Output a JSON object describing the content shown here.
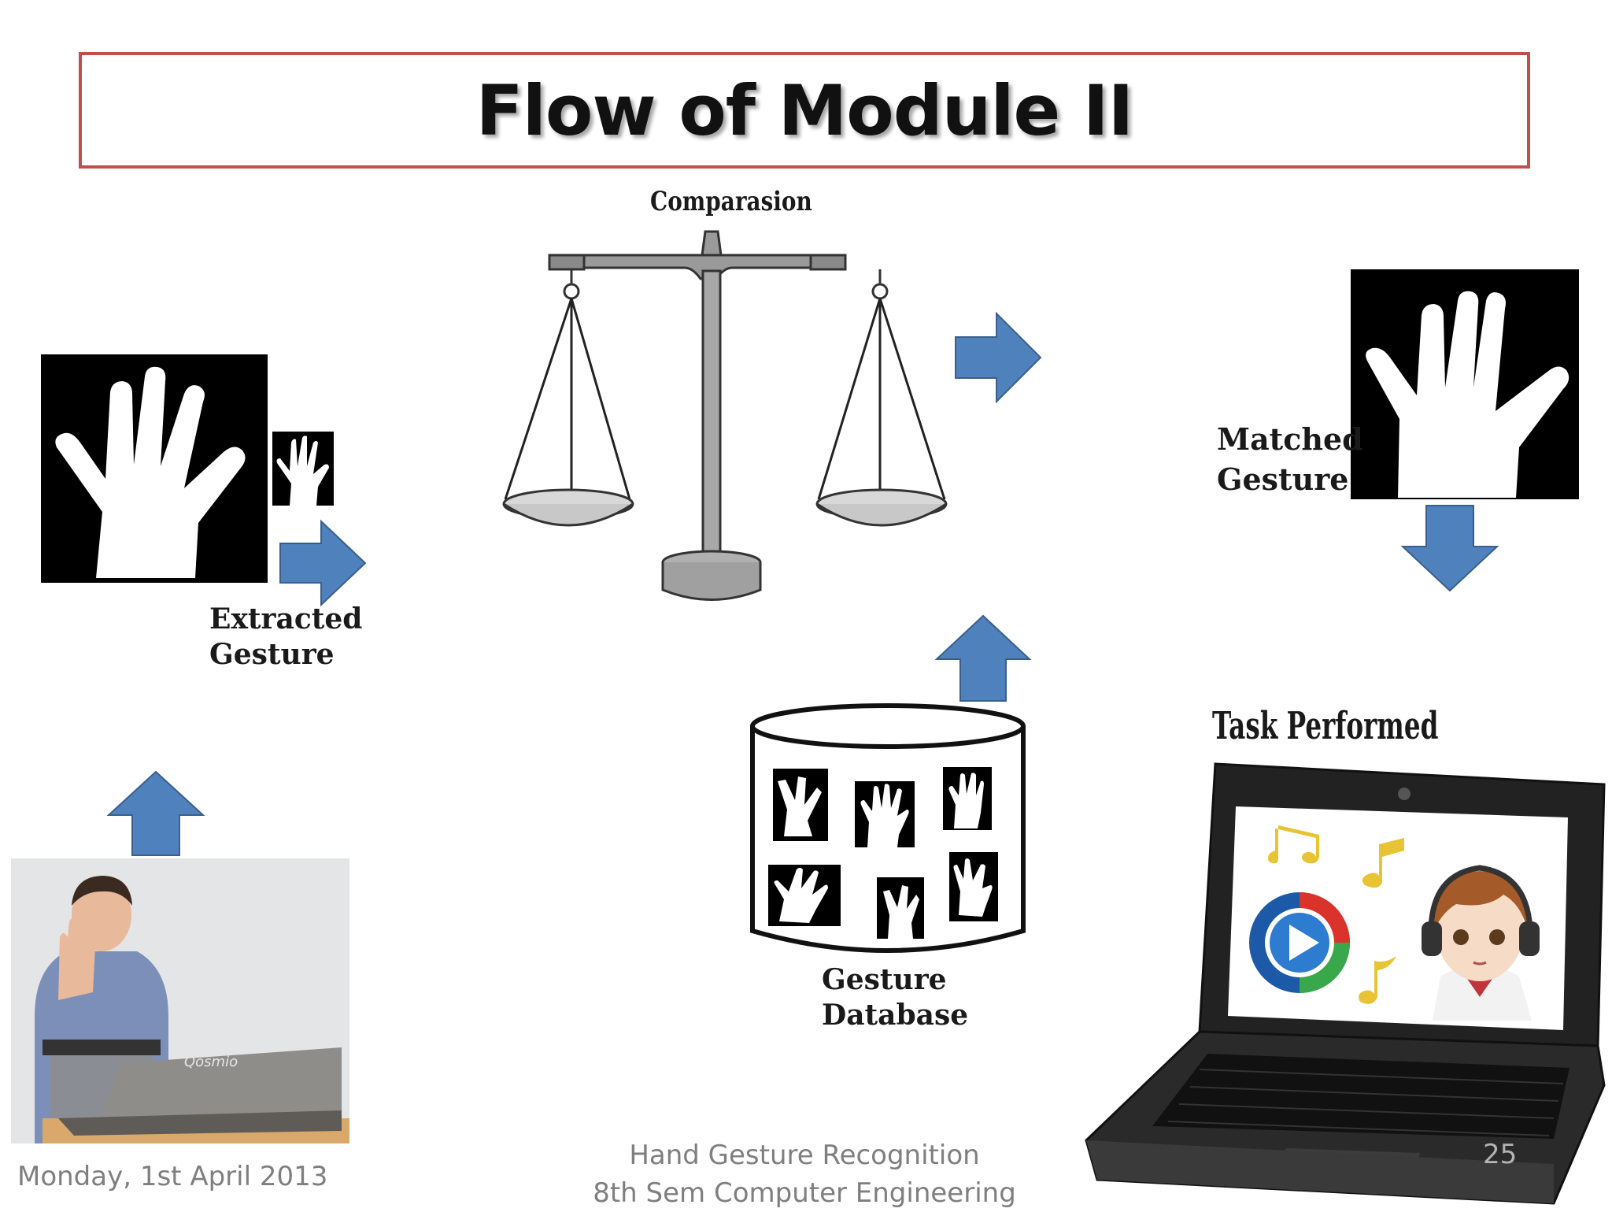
{
  "slide": {
    "title": "Flow of Module II",
    "labels": {
      "comparasion": "Comparasion",
      "extracted_line1": "Extracted",
      "extracted_line2": "Gesture",
      "matched_line1": "Matched",
      "matched_line2": "Gesture",
      "database_line1": "Gesture",
      "database_line2": "Database",
      "task_performed": "Task Performed",
      "laptop_brand": "Qosmio"
    },
    "footer": {
      "date": "Monday, 1st April 2013",
      "project_line1": "Hand Gesture Recognition",
      "project_line2": "8th Sem Computer Engineering",
      "page_number": "25"
    }
  },
  "colors": {
    "title_border": "#c0504d",
    "arrow_fill": "#4f81bd",
    "arrow_stroke": "#3a5f8e",
    "footer_text": "#7f7f7f"
  },
  "icons": [
    "hand-silhouette-icon",
    "balance-scale-icon",
    "database-cylinder-icon",
    "laptop-icon",
    "media-player-icon",
    "music-note-icon"
  ]
}
